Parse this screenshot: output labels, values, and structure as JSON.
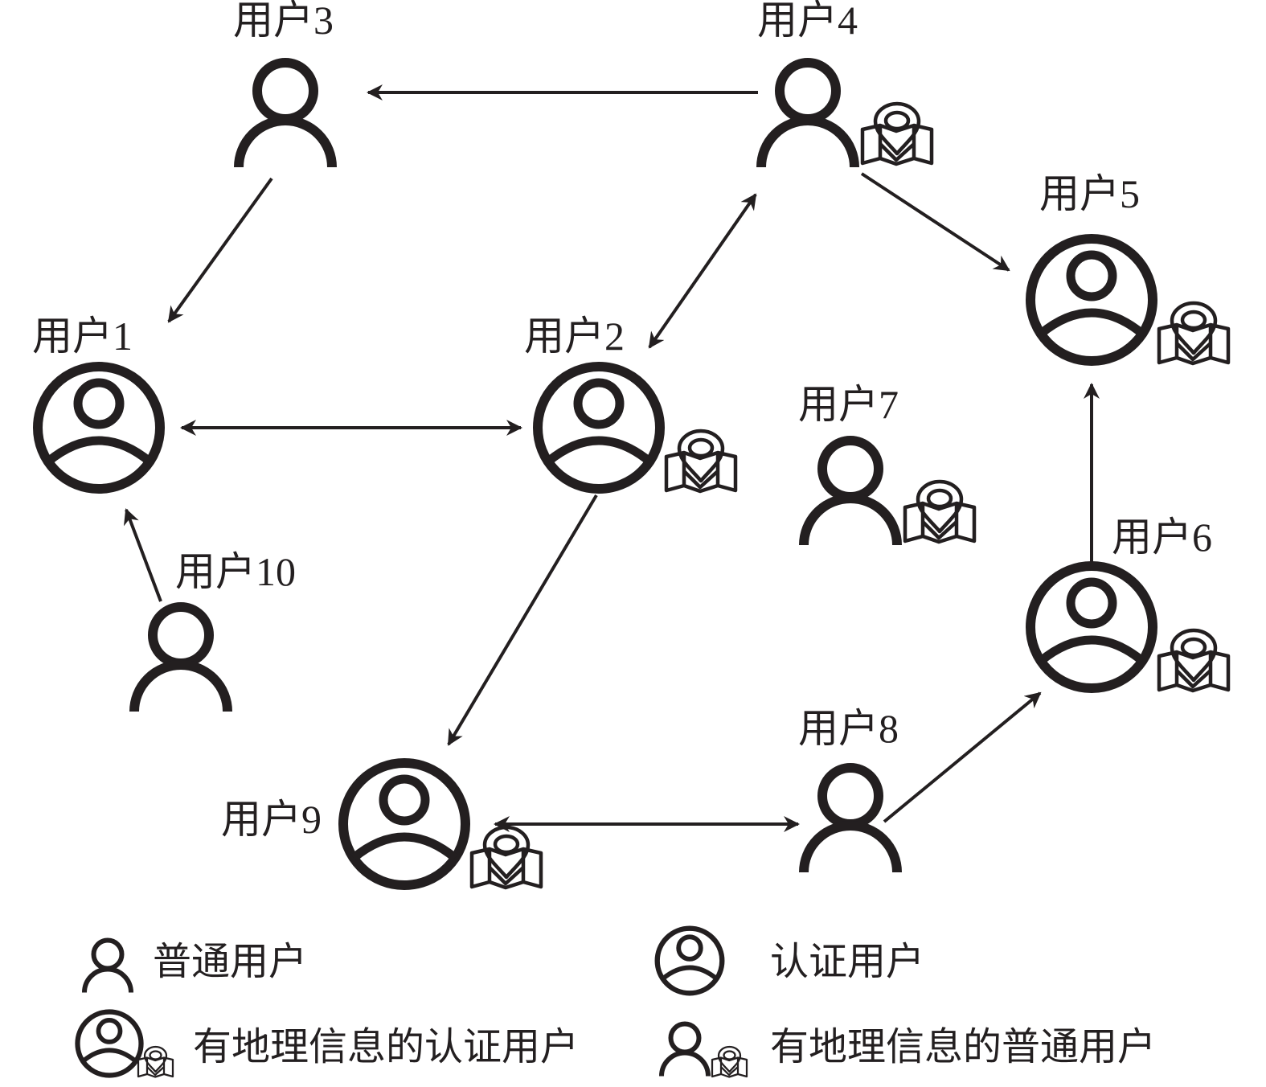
{
  "users": [
    {
      "id": "u1",
      "label": "用户1",
      "type": "certified",
      "geo": false
    },
    {
      "id": "u2",
      "label": "用户2",
      "type": "certified",
      "geo": true
    },
    {
      "id": "u3",
      "label": "用户3",
      "type": "regular",
      "geo": false
    },
    {
      "id": "u4",
      "label": "用户4",
      "type": "regular",
      "geo": true
    },
    {
      "id": "u5",
      "label": "用户5",
      "type": "certified",
      "geo": true
    },
    {
      "id": "u6",
      "label": "用户6",
      "type": "certified",
      "geo": true
    },
    {
      "id": "u7",
      "label": "用户7",
      "type": "regular",
      "geo": true
    },
    {
      "id": "u8",
      "label": "用户8",
      "type": "regular",
      "geo": false
    },
    {
      "id": "u9",
      "label": "用户9",
      "type": "certified",
      "geo": true
    },
    {
      "id": "u10",
      "label": "用户10",
      "type": "regular",
      "geo": false
    }
  ],
  "edges": [
    {
      "from": "u4",
      "to": "u3",
      "bidirectional": false
    },
    {
      "from": "u3",
      "to": "u1",
      "bidirectional": false
    },
    {
      "from": "u1",
      "to": "u2",
      "bidirectional": true
    },
    {
      "from": "u2",
      "to": "u4",
      "bidirectional": true
    },
    {
      "from": "u4",
      "to": "u5",
      "bidirectional": false
    },
    {
      "from": "u10",
      "to": "u1",
      "bidirectional": false
    },
    {
      "from": "u2",
      "to": "u9",
      "bidirectional": false
    },
    {
      "from": "u9",
      "to": "u8",
      "bidirectional": true
    },
    {
      "from": "u8",
      "to": "u6",
      "bidirectional": false
    },
    {
      "from": "u6",
      "to": "u5",
      "bidirectional": false
    }
  ],
  "legend": {
    "regular": "普通用户",
    "certified": "认证用户",
    "certified_geo": "有地理信息的认证用户",
    "regular_geo": "有地理信息的普通用户"
  },
  "icons": {
    "regular": "person-outline-icon",
    "certified": "circled-person-icon",
    "geo": "map-pin-icon"
  },
  "colors": {
    "ink": "#231f20",
    "background": "#ffffff"
  }
}
